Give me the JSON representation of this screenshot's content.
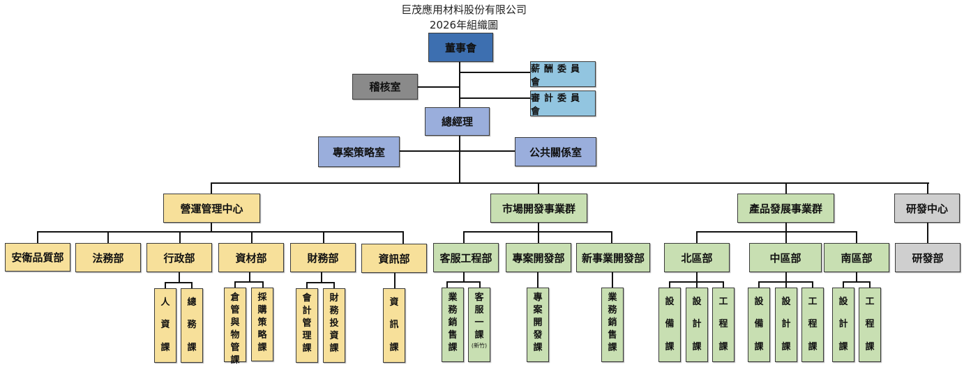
{
  "header": {
    "company": "巨茂應用材料股份有限公司",
    "subtitle": "2026年組織圖"
  },
  "colors": {
    "board": "#3d6fb0",
    "committee": "#92c5e0",
    "audit": "#8a8a8a",
    "executive": "#9aaedc",
    "operations": "#f7e09a",
    "business": "#c8dfb2",
    "rnd": "#cfcfcf"
  },
  "top": {
    "board": "董事會",
    "remuneration_committee": "薪酬委員會",
    "audit_committee": "審計委員會",
    "audit_office": "稽核室",
    "general_manager": "總經理",
    "project_strategy_office": "專案策略室",
    "public_relations_office": "公共關係室"
  },
  "divisions": [
    {
      "name": "營運管理中心",
      "departments": [
        {
          "name": "安衛品質部",
          "sections": []
        },
        {
          "name": "法務部",
          "sections": []
        },
        {
          "name": "行政部",
          "sections": [
            {
              "chars": [
                "人",
                "資",
                "課"
              ]
            },
            {
              "chars": [
                "總",
                "務",
                "課"
              ]
            }
          ]
        },
        {
          "name": "資材部",
          "sections": [
            {
              "chars": [
                "倉",
                "管",
                "與",
                "物",
                "管",
                "課"
              ]
            },
            {
              "chars": [
                "採",
                "購",
                "策",
                "略",
                "課"
              ]
            }
          ]
        },
        {
          "name": "財務部",
          "sections": [
            {
              "chars": [
                "會",
                "計",
                "管",
                "理",
                "課"
              ]
            },
            {
              "chars": [
                "財",
                "務",
                "投",
                "資",
                "課"
              ]
            }
          ]
        },
        {
          "name": "資訊部",
          "sections": [
            {
              "chars": [
                "資",
                "訊",
                "課"
              ]
            }
          ]
        }
      ]
    },
    {
      "name": "市場開發事業群",
      "departments": [
        {
          "name": "客服工程部",
          "sections": [
            {
              "chars": [
                "業",
                "務",
                "銷",
                "售",
                "課"
              ]
            },
            {
              "chars": [
                "客",
                "服",
                "一",
                "課"
              ],
              "note": "(新竹)"
            }
          ]
        },
        {
          "name": "專案開發部",
          "sections": [
            {
              "chars": [
                "專",
                "案",
                "開",
                "發",
                "課"
              ]
            }
          ]
        },
        {
          "name": "新事業開發部",
          "sections": [
            {
              "chars": [
                "業",
                "務",
                "銷",
                "售",
                "課"
              ]
            }
          ]
        }
      ]
    },
    {
      "name": "產品發展事業群",
      "departments": [
        {
          "name": "北區部",
          "sections": [
            {
              "chars": [
                "設",
                "備",
                "課"
              ]
            },
            {
              "chars": [
                "設",
                "計",
                "課"
              ]
            },
            {
              "chars": [
                "工",
                "程",
                "課"
              ]
            }
          ]
        },
        {
          "name": "中區部",
          "sections": [
            {
              "chars": [
                "設",
                "備",
                "課"
              ]
            },
            {
              "chars": [
                "設",
                "計",
                "課"
              ]
            },
            {
              "chars": [
                "工",
                "程",
                "課"
              ]
            }
          ]
        },
        {
          "name": "南區部",
          "sections": [
            {
              "chars": [
                "設",
                "計",
                "課"
              ]
            },
            {
              "chars": [
                "工",
                "程",
                "課"
              ]
            }
          ]
        }
      ]
    },
    {
      "name": "研發中心",
      "departments": [
        {
          "name": "研發部",
          "sections": []
        }
      ]
    }
  ]
}
